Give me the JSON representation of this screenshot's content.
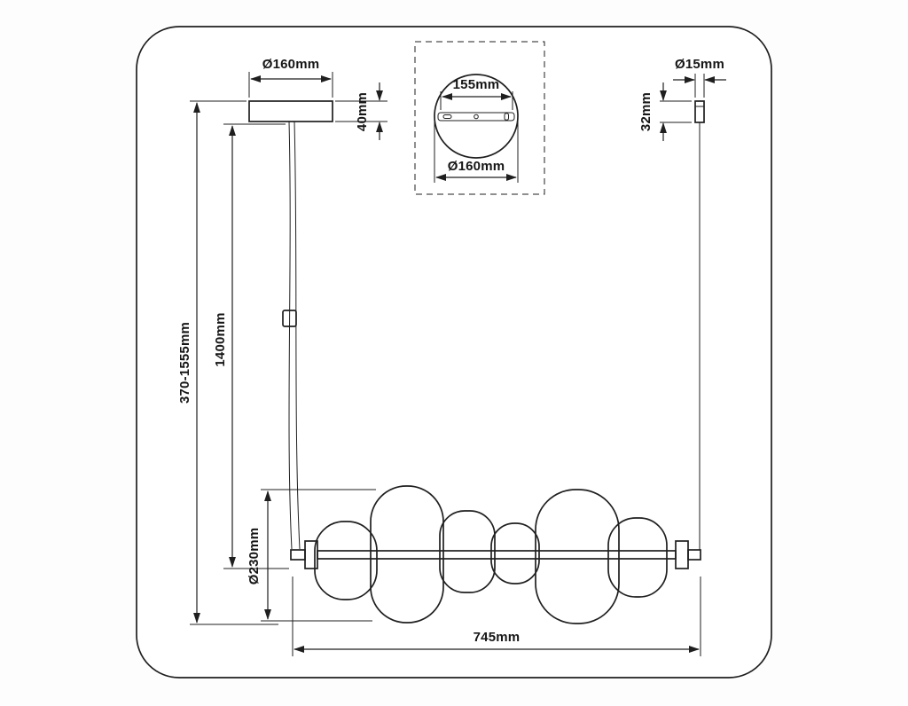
{
  "page": {
    "background_color": "#fdfdfd",
    "line_color": "#1f1f1f"
  },
  "labels": {
    "canopy_diameter": "Ø160mm",
    "canopy_height": "40mm",
    "plate_hole_spacing": "155mm",
    "plate_diameter": "Ø160mm",
    "grip_diameter": "Ø15mm",
    "grip_height": "32mm",
    "overall_height": "370-1555mm",
    "cable_length": "1400mm",
    "shade_height": "Ø230mm",
    "fixture_width": "745mm"
  }
}
